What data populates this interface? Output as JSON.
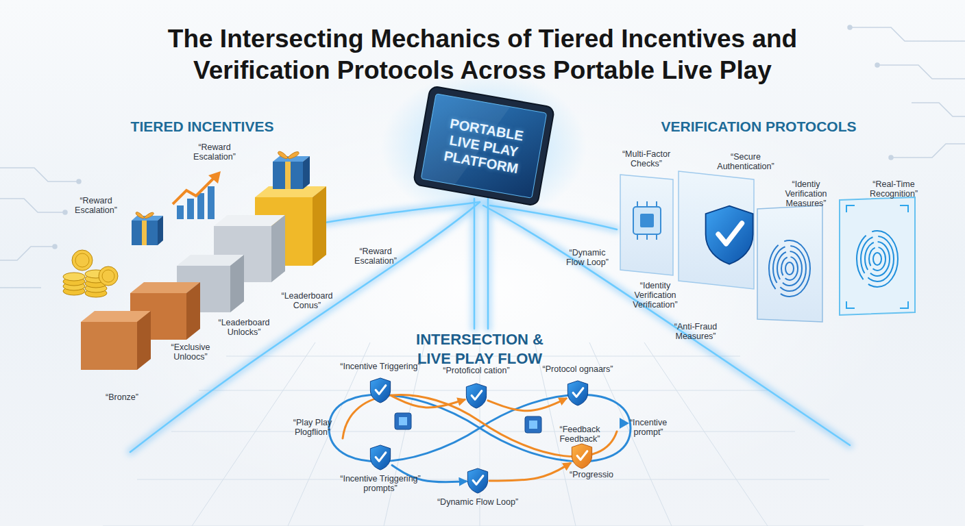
{
  "diagram": {
    "title": "The Intersecting Mechanics of Tiered Incentives and Verification Protocols Across Portable Live Play",
    "nodes": [
      {
        "text": [
          "PORTABLE LIVE PLAY PLATFORM"
        ]
      },
      {
        "text": [
          "“Incentive Triggering”"
        ]
      },
      {
        "text": [
          "“Protoficol cation”"
        ]
      },
      {
        "text": [
          "“Protocol ognaars”"
        ]
      },
      {
        "text": [
          "“Incentive Triggering” prompts”"
        ]
      },
      {
        "text": [
          "“Dynamic Flow Loop”"
        ]
      },
      {
        "text": [
          "“Progressio"
        ]
      }
    ],
    "edges": [
      {
        "from": 1,
        "to": 2,
        "arrow": "to"
      },
      {
        "from": 2,
        "to": 3,
        "arrow": "to"
      },
      {
        "from": 4,
        "to": 5,
        "arrow": "to"
      },
      {
        "from": 5,
        "to": 6,
        "arrow": "to"
      }
    ],
    "labels": [
      "TIERED INCENTIVES",
      "VERIFICATION PROTOCOLS",
      "“Reward Escalation”",
      "“Reward Escalation”",
      "“Reward Escalation”",
      "“Leaderboard Conus”",
      "“Leaderboard Unlocks”",
      "“Exclusive Unloocs”",
      "“Bronze”",
      "“Multi-Factor Checks”",
      "“Secure Authentication”",
      "“Identiy Verification Measures”",
      "“Real-Time Recognition”",
      "“Dynamic Flow Loop”",
      "“Identity Verification Verification”",
      "“Anti-Fraud Measures”",
      "INTERSECTION & LIVE PLAY FLOW",
      "“Play Play Plogflion”",
      "“Feedback Feedback”",
      "“Incentive prompt”"
    ]
  }
}
